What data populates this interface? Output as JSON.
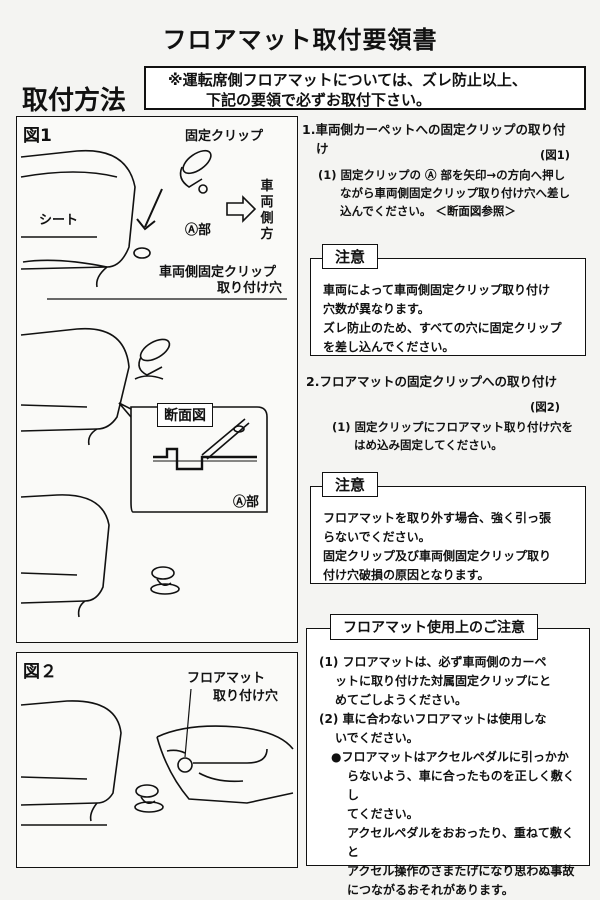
{
  "header": {
    "title": "フロアマット取付要領書",
    "method_label": "取付方法",
    "note_line1": "※運転席側フロアマットについては、ズレ防止以上、",
    "note_line2": "下記の要領で必ずお取付下さい。"
  },
  "figure1": {
    "label": "図1",
    "clip_label": "固定クリップ",
    "seat_label": "シート",
    "part_a": "Ⓐ部",
    "car_side": [
      "車",
      "両",
      "側",
      "方"
    ],
    "hole_line1": "車両側固定クリップ",
    "hole_line2": "取り付け穴",
    "section_label": "断面図",
    "section_part": "Ⓐ部"
  },
  "figure2": {
    "label": "図２",
    "mat_hole_line1": "フロアマット",
    "mat_hole_line2": "取り付け穴"
  },
  "step1": {
    "heading_line1": "1.車両側カーペットへの固定クリップの取り付",
    "heading_line2": "け",
    "fig_ref": "(図1)",
    "sub_line1": "(1) 固定クリップの Ⓐ 部を矢印→の方向へ押し",
    "sub_line2": "ながら車両側固定クリップ取り付け穴へ差し",
    "sub_line3": "込んでください。 ＜断面図参照＞"
  },
  "caution1": {
    "tag": "注意",
    "line1": "車両によって車両側固定クリップ取り付け",
    "line2": "穴数が異なります。",
    "line3": "ズレ防止のため、すべての穴に固定クリップ",
    "line4": "を差し込んでください。"
  },
  "step2": {
    "heading": "2.フロアマットの固定クリップへの取り付け",
    "fig_ref": "(図2)",
    "sub_line1": "(1) 固定クリップにフロアマット取り付け穴を",
    "sub_line2": "はめ込み固定してください。"
  },
  "caution2": {
    "tag": "注意",
    "line1": "フロアマットを取り外す場合、強く引っ張",
    "line2": "らないでください。",
    "line3": "固定クリップ及び車両側固定クリップ取り",
    "line4": "付け穴破損の原因となります。"
  },
  "usage": {
    "tag": "フロアマット使用上のご注意",
    "line1": "(1) フロアマットは、必ず車両側のカーペ",
    "line2": "ットに取り付けた対属固定クリップにと",
    "line3": "めてごしようください。",
    "line4": "(2) 車に合わないフロアマットは使用しな",
    "line5": "いでください。",
    "line6": "●フロアマットはアクセルペダルに引っかか",
    "line7": "らないよう、車に合ったものを正しく敷くし",
    "line8": "てください。",
    "line9": "アクセルペダルをおおったり、重ねて敷くと",
    "line10": "アクセル操作のさまたげになり思わぬ事故",
    "line11": "につながるおそれがあります。"
  }
}
